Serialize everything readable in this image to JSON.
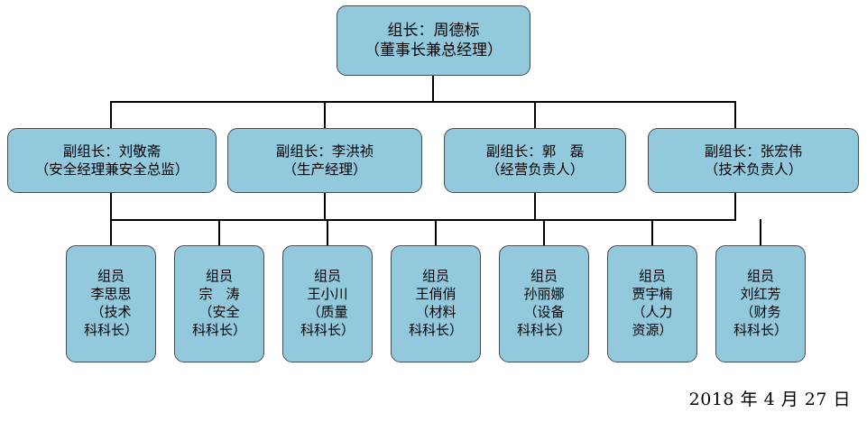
{
  "chart": {
    "type": "org-chart",
    "title_node": {
      "lines": [
        "组长：周德标",
        "（董事长兼总经理）"
      ]
    },
    "deputies": [
      {
        "lines": [
          "副组长：刘敬斋",
          "（安全经理兼安全总监）"
        ]
      },
      {
        "lines": [
          "副组长：李洪祯",
          "（生产经理）"
        ]
      },
      {
        "lines": [
          "副组长：郭　磊",
          "（经营负责人）"
        ]
      },
      {
        "lines": [
          "副组长：张宏伟",
          "（技术负责人）"
        ]
      }
    ],
    "members": [
      {
        "lines": [
          "组员",
          "李思思",
          "（技术",
          "科科长）"
        ]
      },
      {
        "lines": [
          "组员",
          "宗　涛",
          "（安全",
          "科科长）"
        ]
      },
      {
        "lines": [
          "组员",
          "王小川",
          "（质量",
          "科科长）"
        ]
      },
      {
        "lines": [
          "组员",
          "王俏俏",
          "（材料",
          "科科长）"
        ]
      },
      {
        "lines": [
          "组员",
          "孙丽娜",
          "（设备",
          "科科长）"
        ]
      },
      {
        "lines": [
          "组员",
          "贾宇楠",
          "（人力",
          "资源）"
        ]
      },
      {
        "lines": [
          "组员",
          "刘红芳",
          "（财务",
          "科科长）"
        ]
      }
    ],
    "footer": {
      "date": "2018 年 4 月 27 日"
    },
    "colors": {
      "node_fill": "#92C9DC",
      "node_border": "#4a4a4a",
      "connector": "#000000",
      "background": "#ffffff",
      "text": "#000000"
    }
  }
}
